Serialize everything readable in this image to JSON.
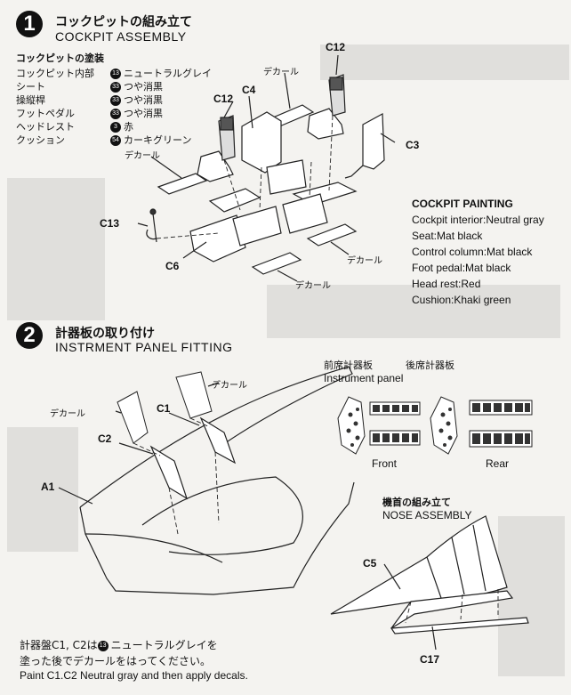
{
  "step1": {
    "number": "1",
    "title_jp": "コックピットの組み立て",
    "title_en": "COCKPIT ASSEMBLY",
    "painting_heading_jp": "コックピットの塗装",
    "painting_jp": [
      {
        "part": "コックピット内部",
        "badge": "13",
        "color": "ニュートラルグレイ"
      },
      {
        "part": "シート",
        "badge": "33",
        "color": "つや消黒"
      },
      {
        "part": "操縦桿",
        "badge": "33",
        "color": "つや消黒"
      },
      {
        "part": "フットペダル",
        "badge": "33",
        "color": "つや消黒"
      },
      {
        "part": "ヘッドレスト",
        "badge": "3",
        "color": "赤"
      },
      {
        "part": "クッション",
        "badge": "54",
        "color": "カーキグリーン"
      }
    ],
    "painting_heading_en": "COCKPIT PAINTING",
    "painting_en": [
      "Cockpit interior:Neutral gray",
      "Seat:Mat black",
      "Control column:Mat black",
      "Foot pedal:Mat black",
      "Head rest:Red",
      "Cushion:Khaki green"
    ],
    "parts": {
      "c12a": "C12",
      "c12b": "C12",
      "c4": "C4",
      "c3": "C3",
      "c13": "C13",
      "c6": "C6"
    },
    "decal_label": "デカール"
  },
  "step2": {
    "number": "2",
    "title_jp": "計器板の取り付け",
    "title_en": "INSTRMENT PANEL FITTING",
    "parts": {
      "c1": "C1",
      "c2": "C2",
      "a1": "A1"
    },
    "decal_label": "デカール",
    "panel_front_jp": "前席計器板",
    "panel_rear_jp": "後席計器板",
    "panel_en": "Instrument panel",
    "front": "Front",
    "rear": "Rear",
    "note_jp_1": "計器盤C1, C2は",
    "note_badge": "13",
    "note_jp_1b": "ニュートラルグレイを",
    "note_jp_2": "塗った後でデカールをはってください。",
    "note_en": "Paint C1.C2 Neutral gray and then apply decals."
  },
  "nose": {
    "title_jp": "機首の組み立て",
    "title_en": "NOSE ASSEMBLY",
    "parts": {
      "c5": "C5",
      "c17": "C17"
    }
  }
}
